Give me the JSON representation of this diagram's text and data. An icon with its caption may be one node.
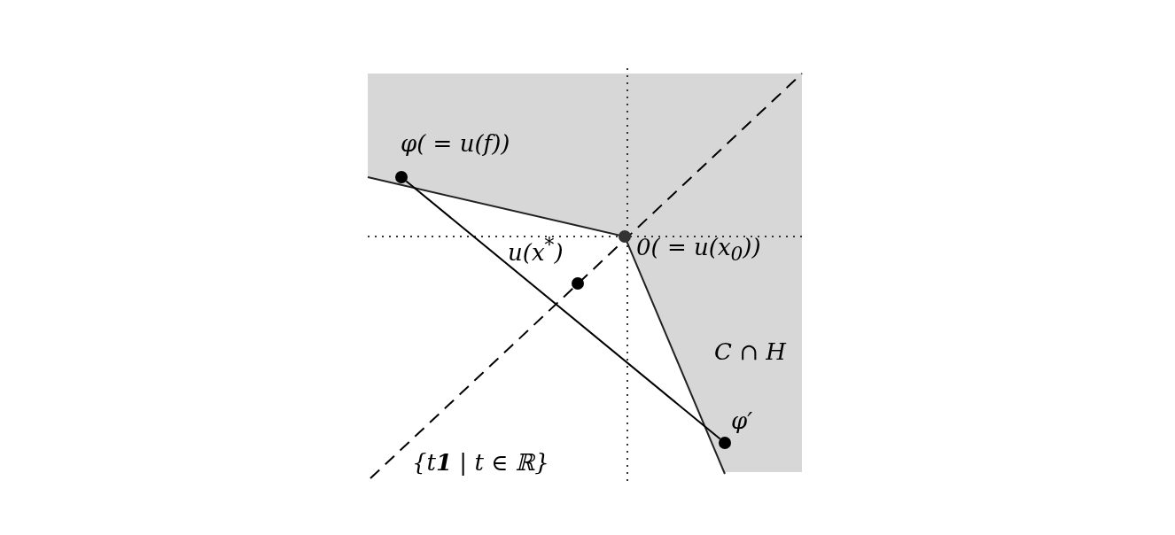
{
  "diagram": {
    "nodes": [
      {
        "text": [],
        "shape": "circle",
        "beside": [
          "φ( = u(f))"
        ]
      },
      {
        "text": [],
        "shape": "circle",
        "beside": [
          "0( = u(x$_{0}$))"
        ]
      },
      {
        "text": [],
        "shape": "circle",
        "beside": [
          "u(x$^{*}$)"
        ]
      },
      {
        "text": [],
        "shape": "circle",
        "beside": [
          "φ′"
        ]
      }
    ],
    "edges": [
      {
        "from": 0,
        "to": 3,
        "arrow": "none"
      }
    ],
    "labels": [
      "C ∩ H",
      "{t**1** | t ∈ ℝ}"
    ]
  }
}
